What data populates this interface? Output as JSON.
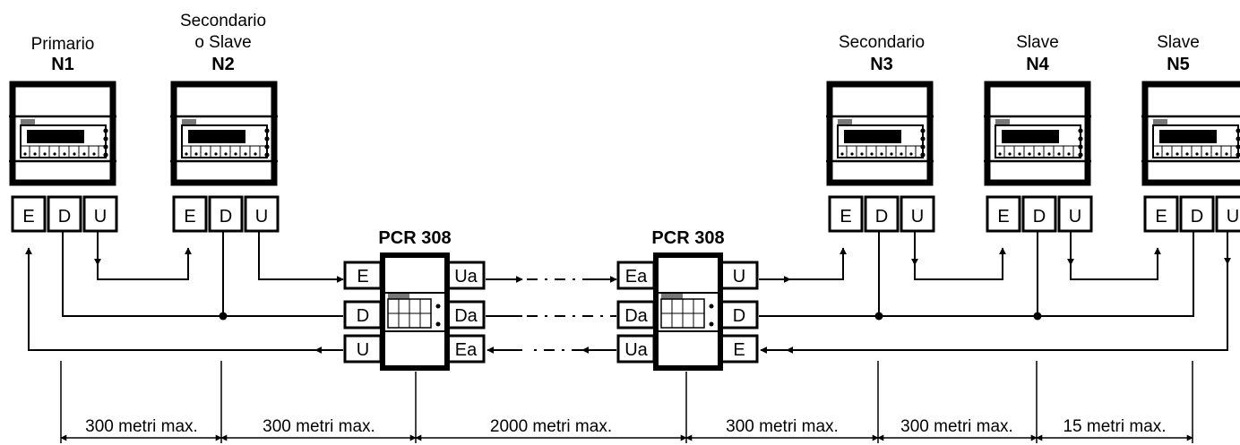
{
  "devices": [
    {
      "role_line1": "",
      "role_line2": "Primario",
      "id": "N1",
      "terminals": [
        "E",
        "D",
        "U"
      ]
    },
    {
      "role_line1": "Secondario",
      "role_line2": "o Slave",
      "id": "N2",
      "terminals": [
        "E",
        "D",
        "U"
      ]
    },
    {
      "role_line1": "",
      "role_line2": "Secondario",
      "id": "N3",
      "terminals": [
        "E",
        "D",
        "U"
      ]
    },
    {
      "role_line1": "",
      "role_line2": "Slave",
      "id": "N4",
      "terminals": [
        "E",
        "D",
        "U"
      ]
    },
    {
      "role_line1": "",
      "role_line2": "Slave",
      "id": "N5",
      "terminals": [
        "E",
        "D",
        "U"
      ]
    }
  ],
  "converters": [
    {
      "title": "PCR 308",
      "left_terms": [
        "E",
        "D",
        "U"
      ],
      "right_terms": [
        "Ua",
        "Da",
        "Ea"
      ]
    },
    {
      "title": "PCR 308",
      "left_terms": [
        "Ea",
        "Da",
        "Ua"
      ],
      "right_terms": [
        "U",
        "D",
        "E"
      ]
    }
  ],
  "distances": [
    "300 metri max.",
    "300 metri max.",
    "2000 metri max.",
    "300 metri max.",
    "300 metri max.",
    "15 metri max."
  ]
}
